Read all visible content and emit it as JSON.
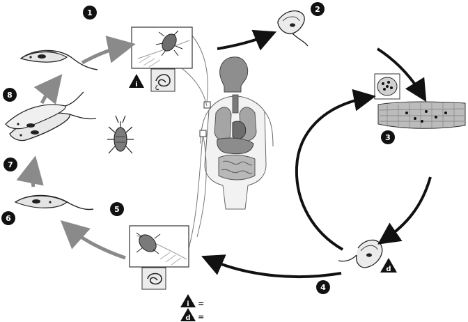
{
  "steps": [
    {
      "label": "1"
    },
    {
      "label": "2"
    },
    {
      "label": "3"
    },
    {
      "label": "4"
    },
    {
      "label": "5"
    },
    {
      "label": "6"
    },
    {
      "label": "7"
    },
    {
      "label": "8"
    }
  ],
  "stage_markers": {
    "infective": "i",
    "diagnostic": "d"
  },
  "legend": [
    {
      "marker": "i",
      "text": "="
    },
    {
      "marker": "d",
      "text": "="
    }
  ],
  "colors": {
    "human_path_arrow": "#111111",
    "vector_path_arrow": "#8a8a8a",
    "badge": "#111111",
    "organ_gray": "#9a9a9a"
  }
}
